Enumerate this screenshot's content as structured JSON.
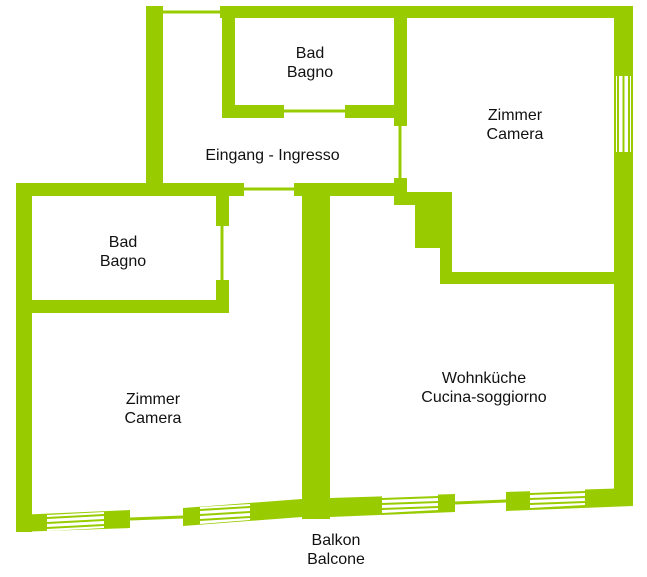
{
  "plan": {
    "wall_color": "#99cc00",
    "line_color": "#99cc00"
  },
  "rooms": {
    "bath_top": {
      "name_de": "Bad",
      "name_it": "Bagno"
    },
    "bedroom_right": {
      "name_de": "Zimmer",
      "name_it": "Camera"
    },
    "entrance": {
      "name": "Eingang - Ingresso"
    },
    "bath_left": {
      "name_de": "Bad",
      "name_it": "Bagno"
    },
    "bedroom_left": {
      "name_de": "Zimmer",
      "name_it": "Camera"
    },
    "kitchen_living": {
      "name_de": "Wohnküche",
      "name_it": "Cucina-soggiorno"
    },
    "balcony": {
      "name_de": "Balkon",
      "name_it": "Balcone"
    }
  }
}
